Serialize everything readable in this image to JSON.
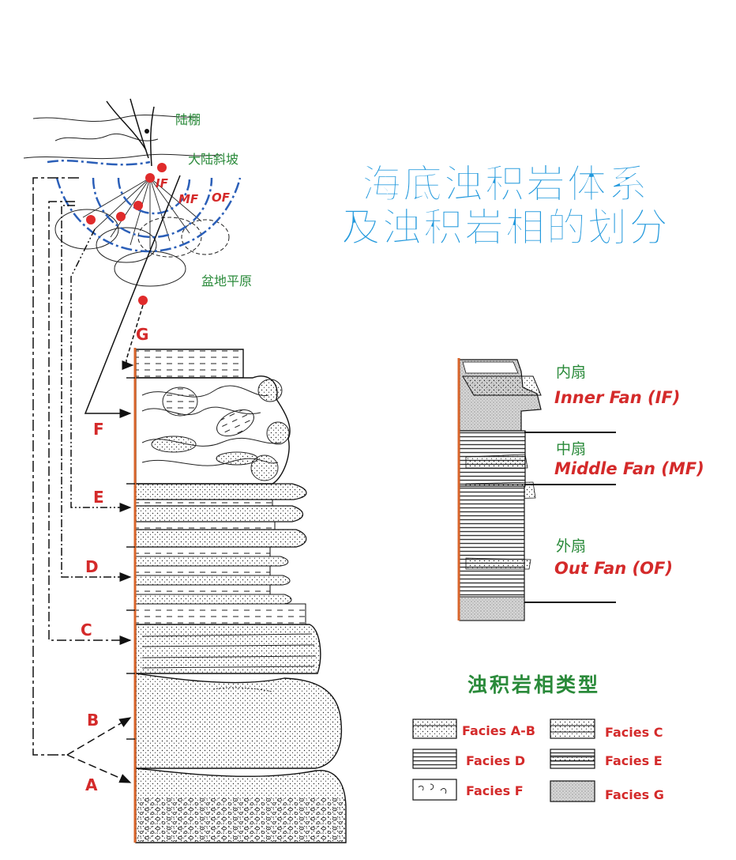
{
  "title": {
    "line1": "海底浊积岩体系",
    "line2": "及浊积岩相的划分"
  },
  "map_labels": {
    "shelf": "陆棚",
    "slope": "大陆斜坡",
    "basin_plain": "盆地平原",
    "if": "IF",
    "mf": "MF",
    "of": "OF"
  },
  "facies_letters": [
    "G",
    "F",
    "E",
    "D",
    "C",
    "B",
    "A"
  ],
  "fan_section": {
    "inner": {
      "cn": "内扇",
      "en": "Inner Fan (IF)"
    },
    "middle": {
      "cn": "中扇",
      "en": "Middle Fan (MF)"
    },
    "outer": {
      "cn": "外扇",
      "en": "Out Fan (OF)"
    }
  },
  "legend": {
    "title": "浊积岩相类型",
    "items": [
      {
        "key": "ab",
        "label": "Facies A-B"
      },
      {
        "key": "c",
        "label": "Facies C"
      },
      {
        "key": "d",
        "label": "Facies D"
      },
      {
        "key": "e",
        "label": "Facies E"
      },
      {
        "key": "f",
        "label": "Facies F"
      },
      {
        "key": "g",
        "label": "Facies G"
      }
    ]
  },
  "colors": {
    "title": "#2299dd",
    "accent_red": "#d42a2a",
    "label_green": "#2a8a3a",
    "contour_blue": "#2b5fb8",
    "column_axis": "#d9652b"
  }
}
